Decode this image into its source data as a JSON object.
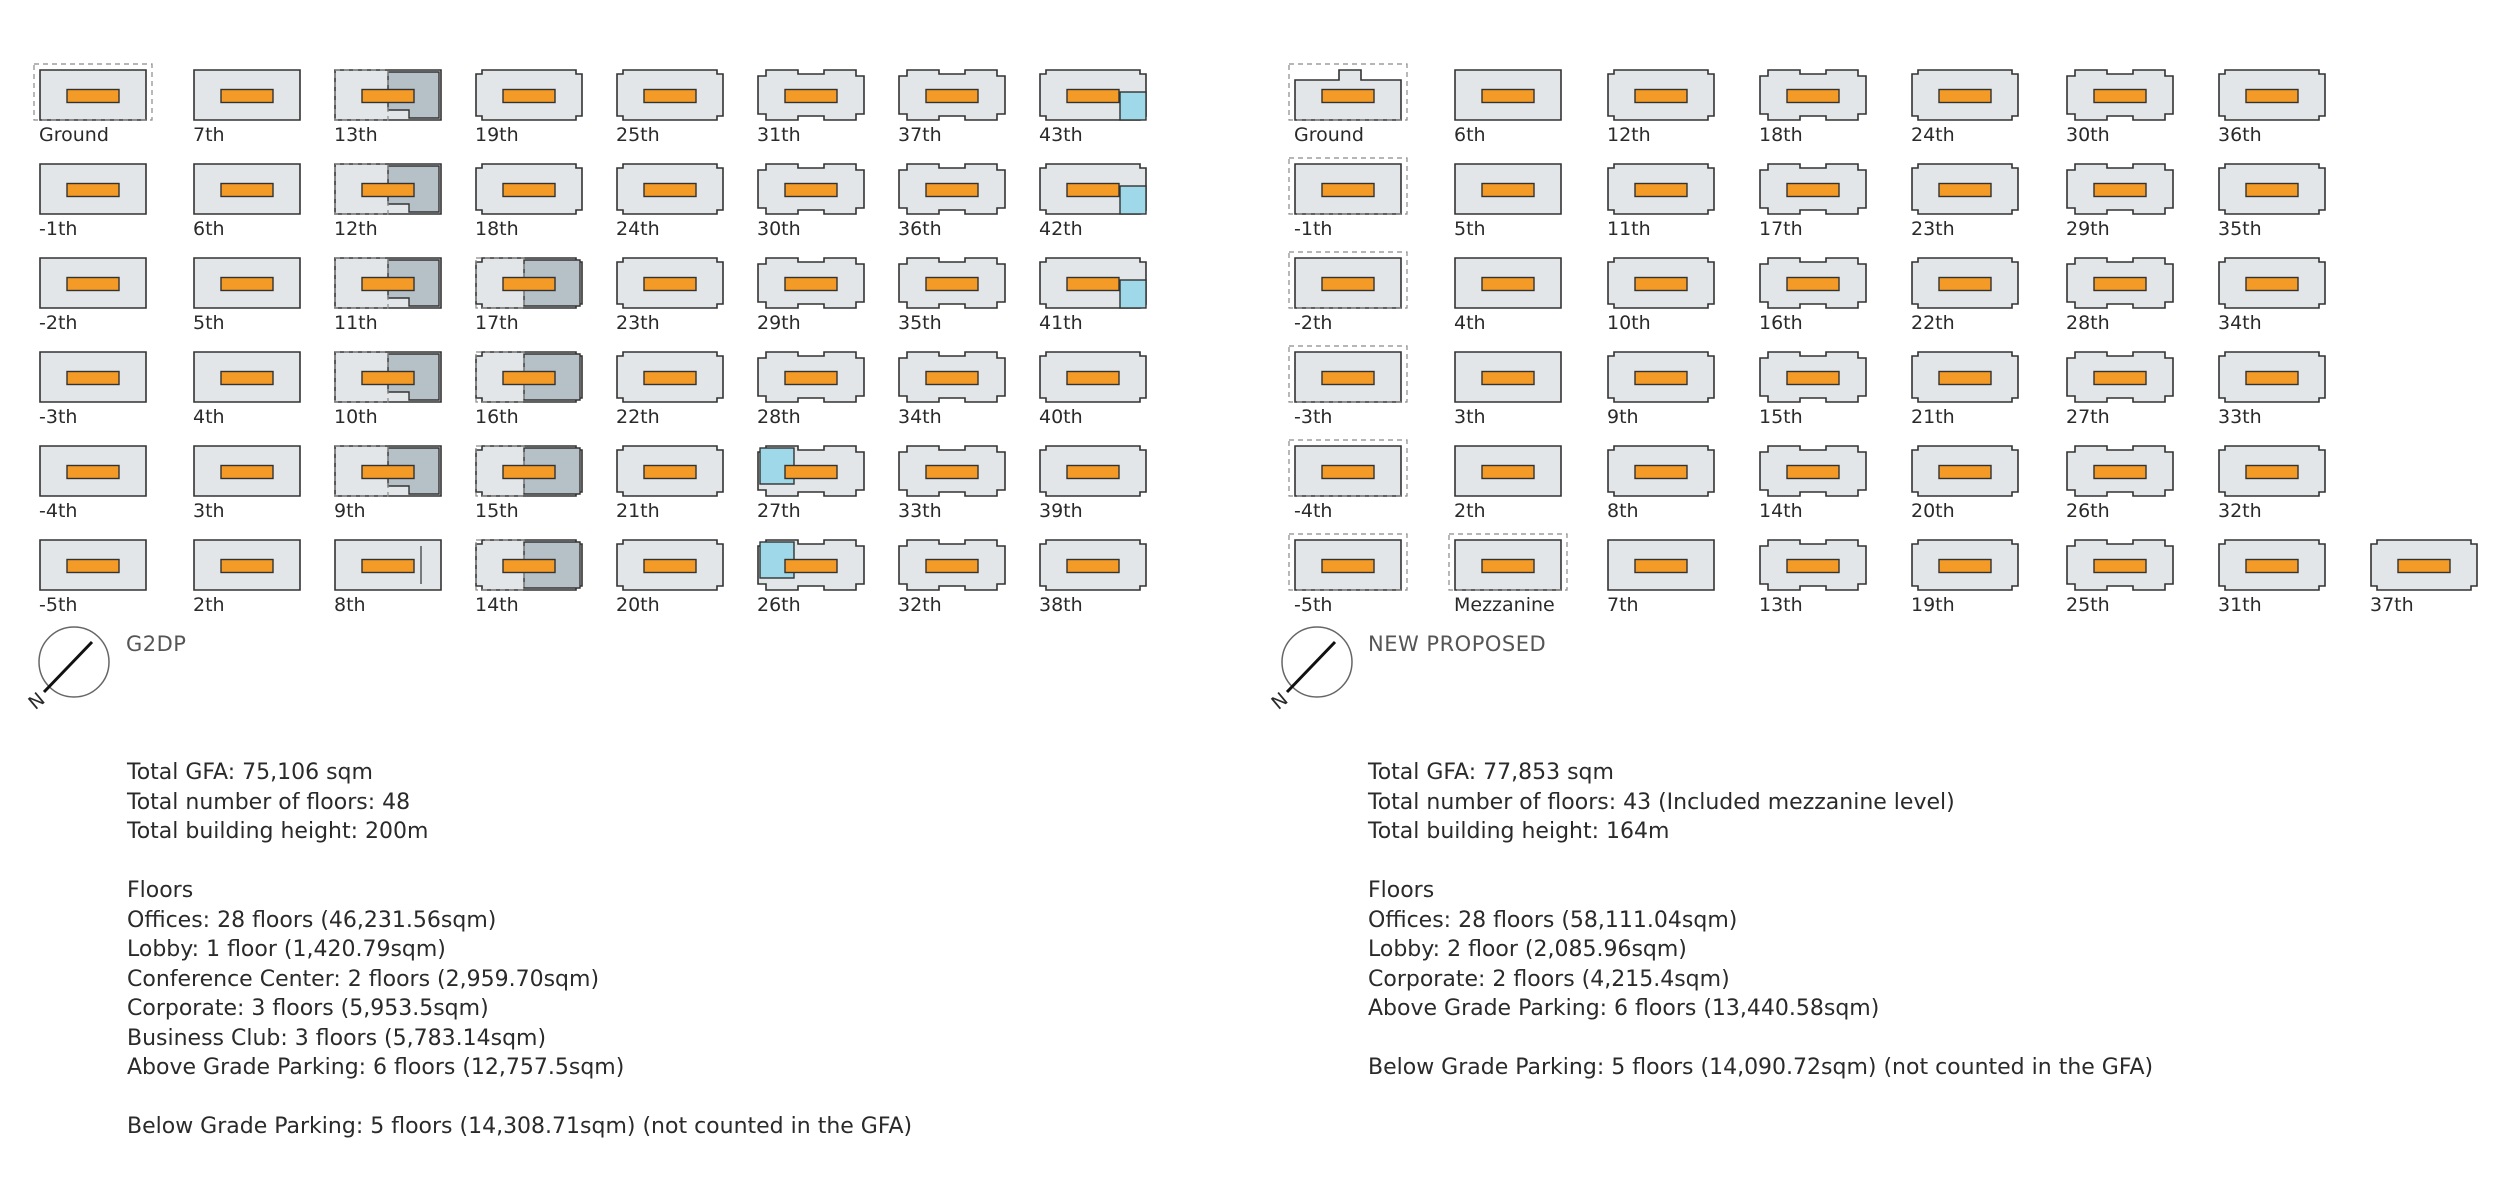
{
  "left": {
    "title": "G2DP",
    "columns": [
      [
        "Ground",
        "-1th",
        "-2th",
        "-3th",
        "-4th",
        "-5th"
      ],
      [
        "7th",
        "6th",
        "5th",
        "4th",
        "3th",
        "2th"
      ],
      [
        "13th",
        "12th",
        "11th",
        "10th",
        "9th",
        "8th"
      ],
      [
        "19th",
        "18th",
        "17th",
        "16th",
        "15th",
        "14th"
      ],
      [
        "25th",
        "24th",
        "23th",
        "22th",
        "21th",
        "20th"
      ],
      [
        "31th",
        "30th",
        "29th",
        "28th",
        "27th",
        "26th"
      ],
      [
        "37th",
        "36th",
        "35th",
        "34th",
        "33th",
        "32th"
      ],
      [
        "43th",
        "42th",
        "41th",
        "40th",
        "39th",
        "38th"
      ]
    ],
    "stats": {
      "gfa": "Total GFA: 75,106 sqm",
      "floors": "Total number of floors: 48",
      "height": "Total building height: 200m",
      "floors_heading": "Floors",
      "offices": "Offices: 28 floors (46,231.56sqm)",
      "lobby": "Lobby: 1 floor (1,420.79sqm)",
      "conference": "Conference Center: 2 floors (2,959.70sqm)",
      "corporate": "Corporate: 3 floors (5,953.5sqm)",
      "business": "Business Club: 3 floors (5,783.14sqm)",
      "parking_above": "Above Grade Parking: 6 floors (12,757.5sqm)",
      "parking_below": "Below Grade Parking: 5 floors (14,308.71sqm) (not counted in the GFA)"
    }
  },
  "right": {
    "title": "NEW PROPOSED",
    "columns": [
      [
        "Ground",
        "-1th",
        "-2th",
        "-3th",
        "-4th",
        "-5th"
      ],
      [
        "6th",
        "5th",
        "4th",
        "3th",
        "2th",
        "Mezzanine"
      ],
      [
        "12th",
        "11th",
        "10th",
        "9th",
        "8th",
        "7th"
      ],
      [
        "18th",
        "17th",
        "16th",
        "15th",
        "14th",
        "13th"
      ],
      [
        "24th",
        "23th",
        "22th",
        "21th",
        "20th",
        "19th"
      ],
      [
        "30th",
        "29th",
        "28th",
        "27th",
        "26th",
        "25th"
      ],
      [
        "36th",
        "35th",
        "34th",
        "33th",
        "32th",
        "31th"
      ],
      [
        "",
        "",
        "",
        "",
        "",
        "37th"
      ]
    ],
    "stats": {
      "gfa": "Total GFA: 77,853 sqm",
      "floors": "Total number of floors: 43 (Included mezzanine level)",
      "height": "Total building height: 164m",
      "floors_heading": "Floors",
      "offices": "Offices: 28 floors (58,111.04sqm)",
      "lobby": "Lobby: 2 floor (2,085.96sqm)",
      "corporate": "Corporate: 2 floors (4,215.4sqm)",
      "parking_above": "Above Grade Parking: 6 floors (13,440.58sqm)",
      "parking_below": "Below Grade Parking: 5 floors (14,090.72sqm) (not counted in the GFA)"
    }
  },
  "compass_label": "N",
  "colors": {
    "core": "#f39a27",
    "shell": "#e3e6e8",
    "highlight_blue": "#9fd8e8",
    "highlight_grey": "#b6c0c7"
  }
}
